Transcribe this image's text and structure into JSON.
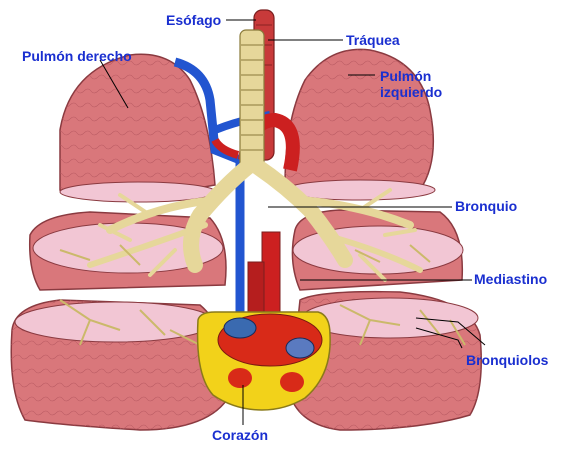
{
  "labels": {
    "esofago": "Esófago",
    "traquea": "Tráquea",
    "pulmon_derecho": "Pulmón derecho",
    "pulmon_izquierdo": "Pulmón\nizquierdo",
    "bronquio": "Bronquio",
    "mediastino": "Mediastino",
    "bronquiolos": "Bronquiolos",
    "corazon": "Corazón"
  },
  "colors": {
    "label_text": "#1a2fd0",
    "leader_line": "#000000",
    "lung_tissue": "#d9777b",
    "lung_cut_surface": "#f2c6d4",
    "airway": "#e6d79a",
    "artery": "#cc2020",
    "vein": "#2255d0",
    "heart_wall": "#f2d21a",
    "heart_muscle": "#d82a18"
  }
}
